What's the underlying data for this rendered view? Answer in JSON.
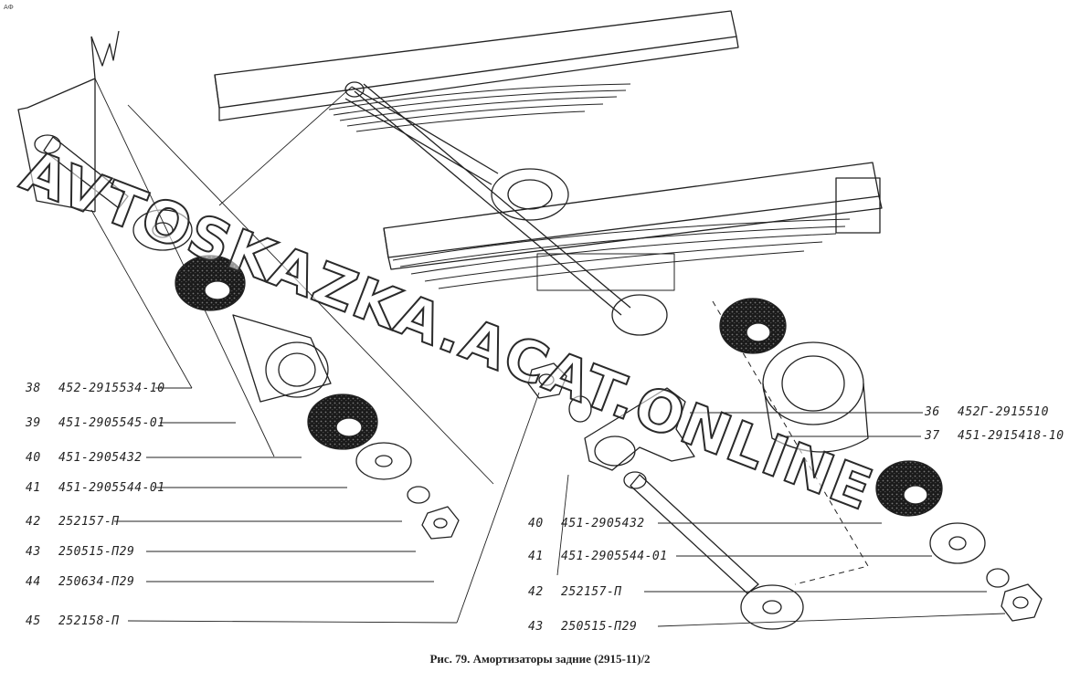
{
  "corner_mark": "АФ",
  "watermark": "AVTOSKAZKA.ACAT.ONLINE",
  "caption": "Рис. 79. Амортизаторы задние (2915-11)/2",
  "callouts_left": [
    {
      "num": "38",
      "part": "452-2915534-10"
    },
    {
      "num": "39",
      "part": "451-2905545-01"
    },
    {
      "num": "40",
      "part": "451-2905432"
    },
    {
      "num": "41",
      "part": "451-2905544-01"
    },
    {
      "num": "42",
      "part": "252157-П"
    },
    {
      "num": "43",
      "part": "250515-П29"
    },
    {
      "num": "44",
      "part": "250634-П29"
    },
    {
      "num": "45",
      "part": "252158-П"
    }
  ],
  "callouts_right": [
    {
      "num": "36",
      "part": "452Г-2915510"
    },
    {
      "num": "37",
      "part": "451-2915418-10"
    },
    {
      "num": "40",
      "part": "451-2905432"
    },
    {
      "num": "41",
      "part": "451-2905544-01"
    },
    {
      "num": "42",
      "part": "252157-П"
    },
    {
      "num": "43",
      "part": "250515-П29"
    }
  ]
}
